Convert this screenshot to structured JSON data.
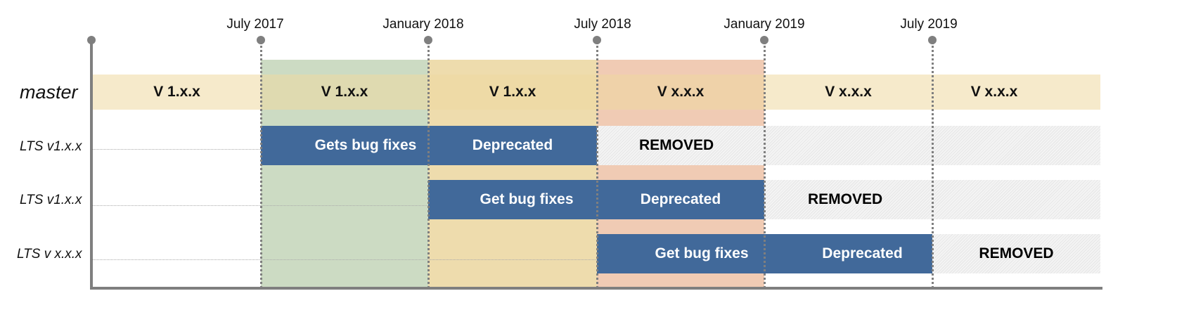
{
  "dates": [
    "July 2017",
    "January 2018",
    "July 2018",
    "January 2019",
    "July 2019"
  ],
  "rows": {
    "master": "master",
    "lts1": "LTS v1.x.x",
    "lts2": "LTS v1.x.x",
    "lts3": "LTS v x.x.x"
  },
  "master_segments": [
    "V 1.x.x",
    "V 1.x.x",
    "V 1.x.x",
    "V x.x.x",
    "V x.x.x",
    "V x.x.x"
  ],
  "lts1": {
    "fixes": "Gets bug fixes",
    "deprecated": "Deprecated",
    "removed": "REMOVED"
  },
  "lts2": {
    "fixes": "Get bug fixes",
    "deprecated": "Deprecated",
    "removed": "REMOVED"
  },
  "lts3": {
    "fixes": "Get bug fixes",
    "deprecated": "Deprecated",
    "removed": "REMOVED"
  },
  "colors": {
    "bar": "#41699a",
    "green": "#ccdbc3",
    "yellow": "#eedcad",
    "salmon": "#f0cbb4",
    "master": "#f3e6c4"
  }
}
